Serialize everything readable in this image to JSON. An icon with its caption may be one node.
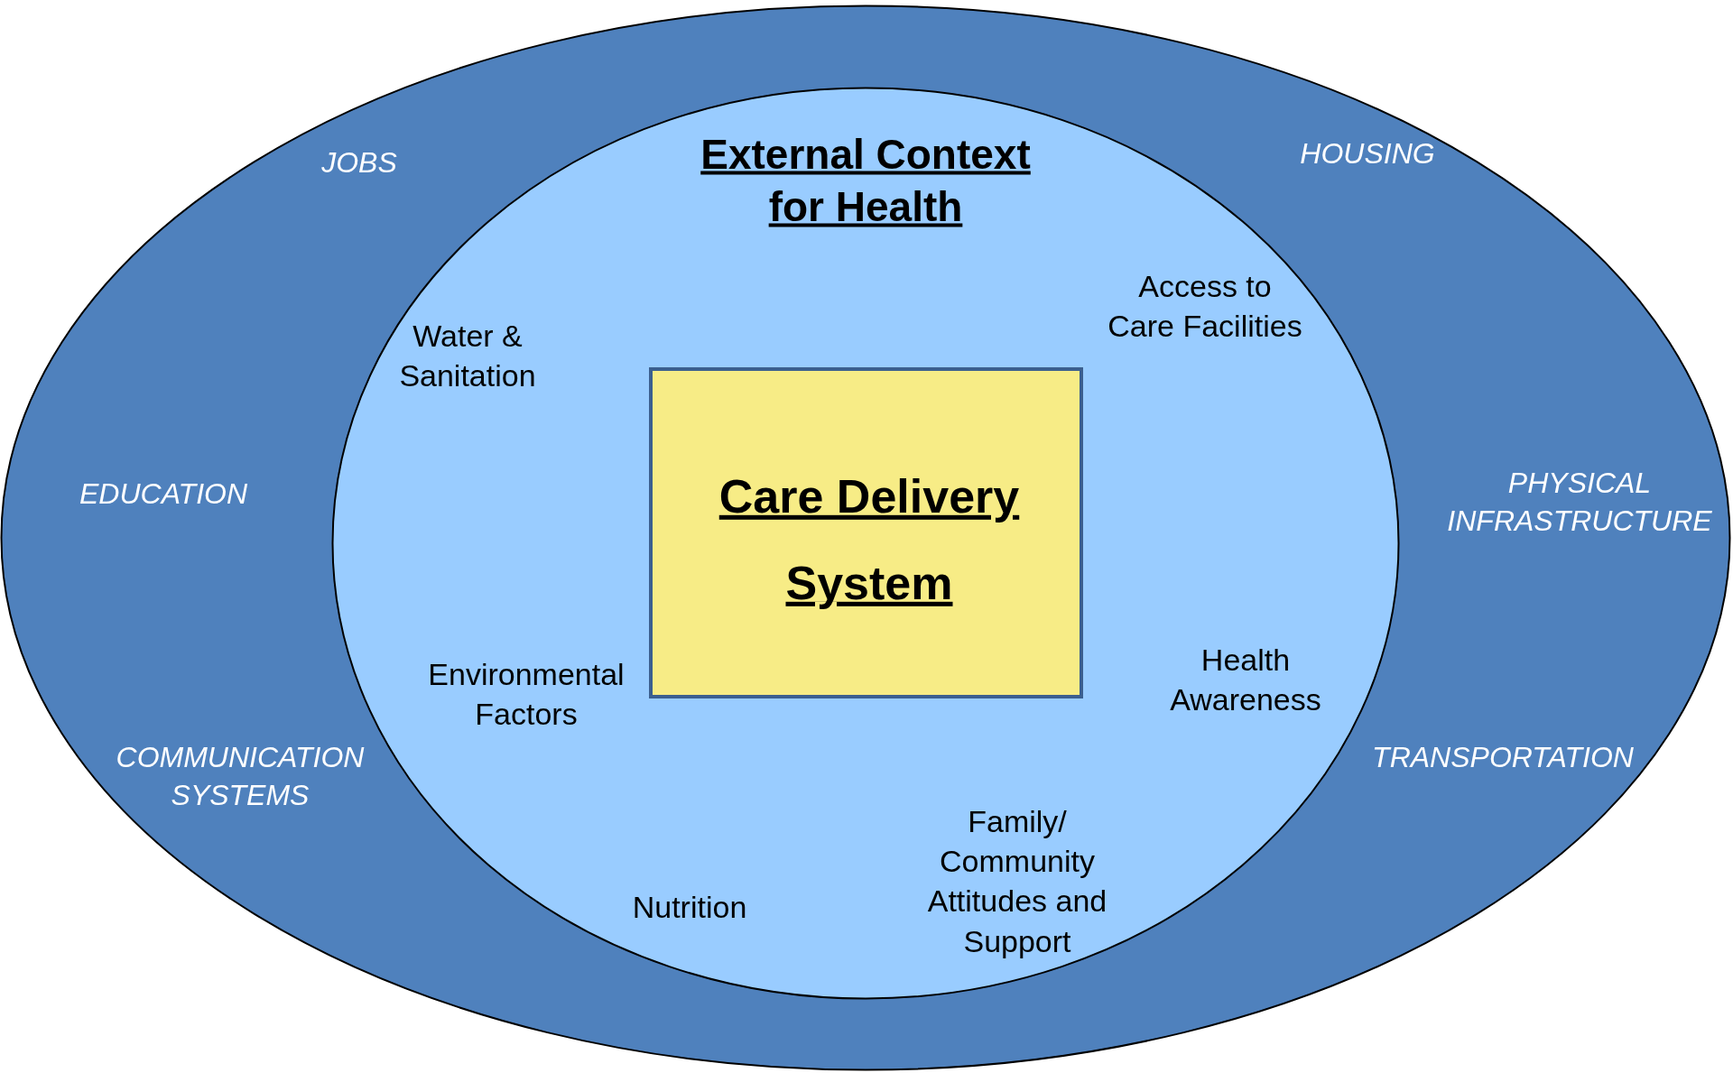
{
  "diagram": {
    "nodes": [
      {
        "text": [
          "JOBS",
          "HOUSING",
          "EDUCATION",
          "PHYSICAL INFRASTRUCTURE",
          "COMMUNICATION SYSTEMS",
          "TRANSPORTATION"
        ]
      },
      {
        "text": [
          "External Context for Health",
          "Water & Sanitation",
          "Access to Care Facilities",
          "Environmental Factors",
          "Health Awareness",
          "Nutrition",
          "Family/ Community Attitudes and Support"
        ],
        "in": 0
      },
      {
        "text": [
          "Care Delivery System"
        ],
        "in": 1
      }
    ],
    "edges": []
  }
}
